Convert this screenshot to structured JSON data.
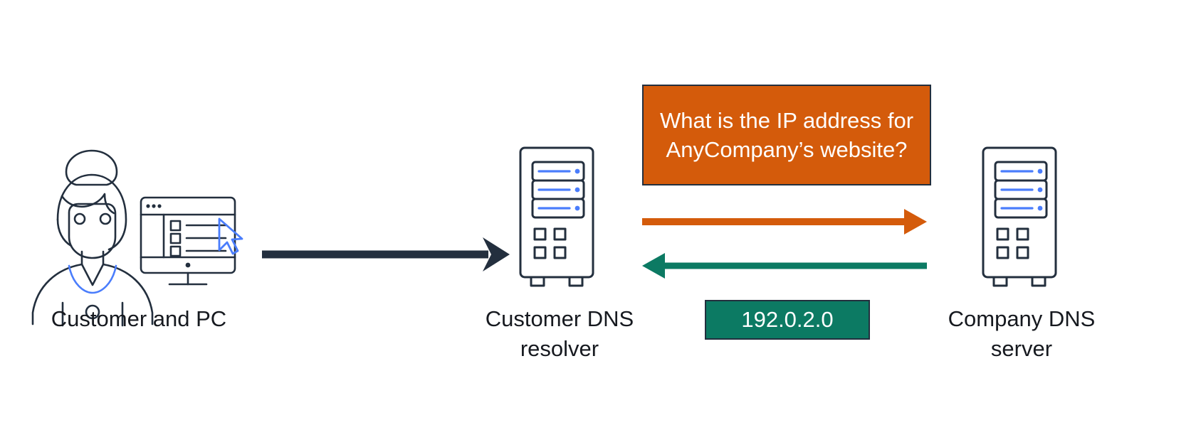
{
  "diagram": {
    "title": "DNS resolution flow between customer PC, customer DNS resolver and company DNS server",
    "background_color": "#ffffff",
    "colors": {
      "ink": "#232f3e",
      "accent_blue": "#4a7dfc",
      "orange": "#d45b0b",
      "green": "#0c7a63",
      "label_text": "#16191f",
      "box_border": "#232f3e",
      "box_text": "#ffffff"
    },
    "nodes": [
      {
        "id": "customer-pc",
        "icon": "person-with-computer-icon",
        "label": "Customer and PC"
      },
      {
        "id": "customer-dns-resolver",
        "icon": "server-tower-icon",
        "label": "Customer DNS\nresolver"
      },
      {
        "id": "company-dns-server",
        "icon": "server-tower-icon",
        "label": "Company DNS\nserver"
      }
    ],
    "arrows": [
      {
        "id": "pc-to-resolver",
        "color": "#232f3e",
        "direction": "right",
        "from": "customer-pc",
        "to": "customer-dns-resolver"
      },
      {
        "id": "resolver-to-company-query",
        "color": "#d45b0b",
        "direction": "right",
        "from": "customer-dns-resolver",
        "to": "company-dns-server"
      },
      {
        "id": "company-to-resolver-response",
        "color": "#0c7a63",
        "direction": "left",
        "from": "company-dns-server",
        "to": "customer-dns-resolver"
      }
    ],
    "callouts": [
      {
        "id": "question-callout",
        "text": "What is the IP address for AnyCompany’s website?",
        "background": "#d45b0b",
        "text_color": "#ffffff"
      },
      {
        "id": "answer-callout",
        "text": "192.0.2.0",
        "background": "#0c7a63",
        "text_color": "#ffffff"
      }
    ]
  }
}
